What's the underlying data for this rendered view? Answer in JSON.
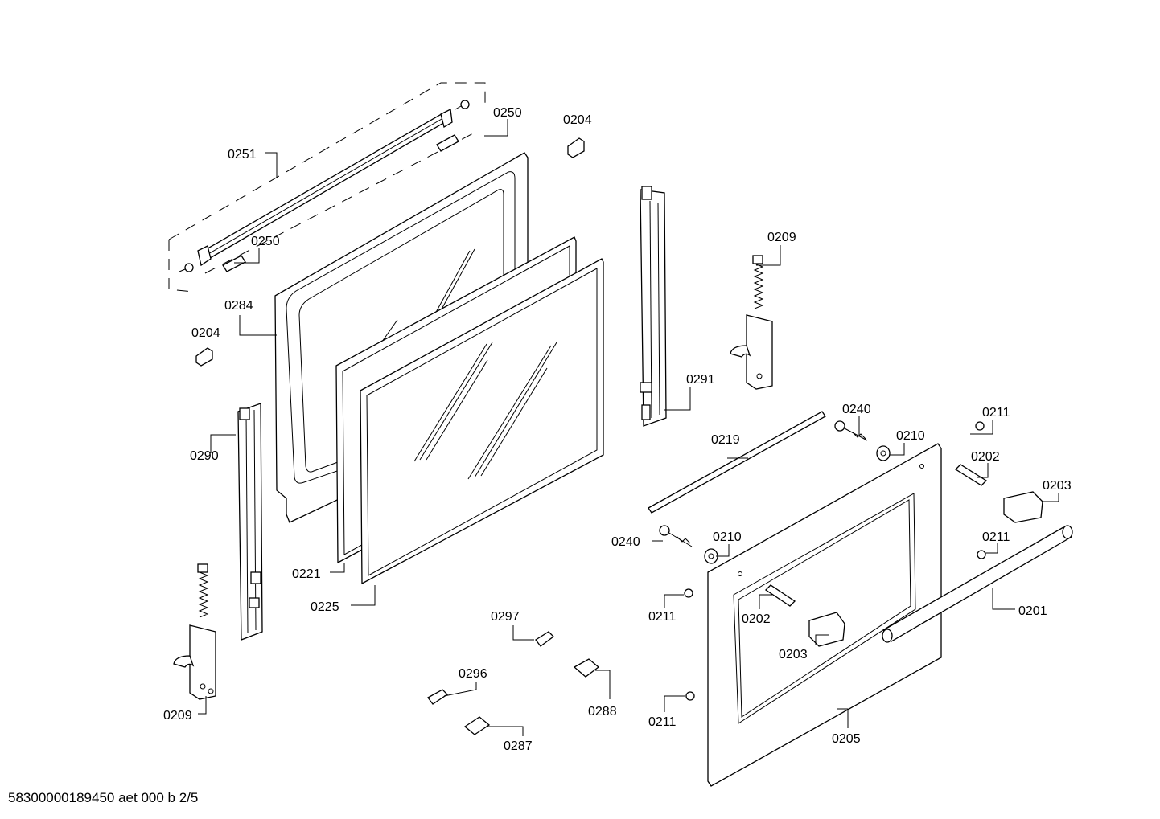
{
  "footer": {
    "document_id": "58300000189450 aet 000 b 2/5"
  },
  "callouts": [
    {
      "id": "c0250a",
      "text": "0250"
    },
    {
      "id": "c0204a",
      "text": "0204"
    },
    {
      "id": "c0251",
      "text": "0251"
    },
    {
      "id": "c0250b",
      "text": "0250"
    },
    {
      "id": "c0284",
      "text": "0284"
    },
    {
      "id": "c0204b",
      "text": "0204"
    },
    {
      "id": "c0209a",
      "text": "0209"
    },
    {
      "id": "c0291",
      "text": "0291"
    },
    {
      "id": "c0290",
      "text": "0290"
    },
    {
      "id": "c0240a",
      "text": "0240"
    },
    {
      "id": "c0211a",
      "text": "0211"
    },
    {
      "id": "c0219",
      "text": "0219"
    },
    {
      "id": "c0210a",
      "text": "0210"
    },
    {
      "id": "c0202a",
      "text": "0202"
    },
    {
      "id": "c0203a",
      "text": "0203"
    },
    {
      "id": "c0240b",
      "text": "0240"
    },
    {
      "id": "c0210b",
      "text": "0210"
    },
    {
      "id": "c0211b",
      "text": "0211"
    },
    {
      "id": "c0221",
      "text": "0221"
    },
    {
      "id": "c0225",
      "text": "0225"
    },
    {
      "id": "c0201",
      "text": "0201"
    },
    {
      "id": "c0211c",
      "text": "0211"
    },
    {
      "id": "c0202b",
      "text": "0202"
    },
    {
      "id": "c0297",
      "text": "0297"
    },
    {
      "id": "c0203b",
      "text": "0203"
    },
    {
      "id": "c0296",
      "text": "0296"
    },
    {
      "id": "c0288",
      "text": "0288"
    },
    {
      "id": "c0209b",
      "text": "0209"
    },
    {
      "id": "c0211d",
      "text": "0211"
    },
    {
      "id": "c0205",
      "text": "0205"
    },
    {
      "id": "c0287",
      "text": "0287"
    }
  ]
}
